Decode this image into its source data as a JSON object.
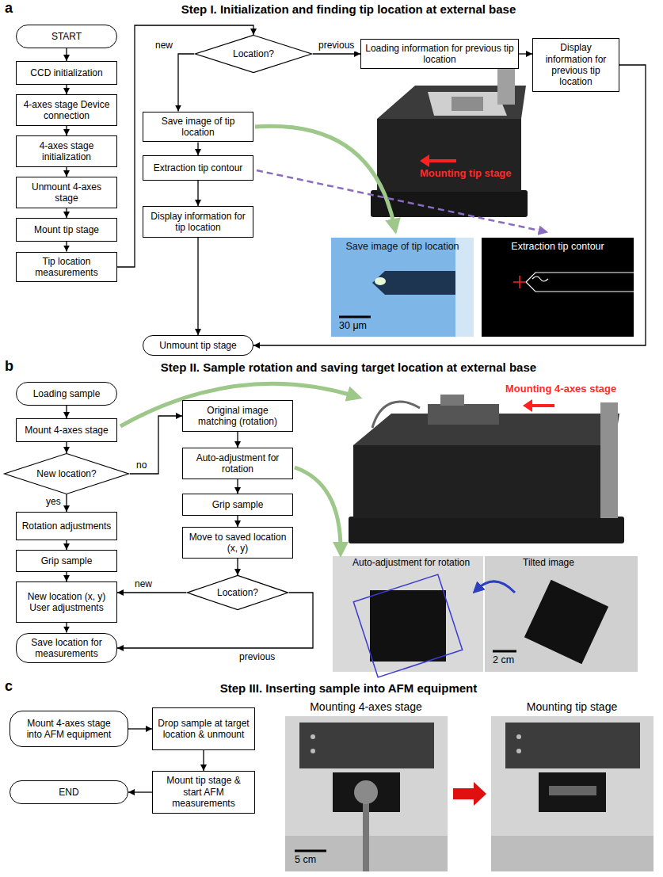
{
  "diagram": {
    "nodes": [
      {
        "text": [
          "START"
        ]
      },
      {
        "text": [
          "CCD initialization"
        ]
      },
      {
        "text": [
          "4-axes stage Device connection"
        ]
      },
      {
        "text": [
          "4-axes stage initialization"
        ]
      },
      {
        "text": [
          "Unmount 4-axes stage"
        ]
      },
      {
        "text": [
          "Mount tip stage"
        ]
      },
      {
        "text": [
          "Tip location measurements"
        ]
      },
      {
        "text": [
          "Location?"
        ]
      },
      {
        "text": [
          "Loading information for previous tip location"
        ]
      },
      {
        "text": [
          "Display information for previous tip location"
        ]
      },
      {
        "text": [
          "Save image of tip location"
        ]
      },
      {
        "text": [
          "Extraction tip contour"
        ]
      },
      {
        "text": [
          "Display information for tip location"
        ]
      },
      {
        "text": [
          "Unmount tip stage"
        ]
      },
      {
        "text": [
          "Loading sample"
        ]
      },
      {
        "text": [
          "Mount 4-axes stage"
        ]
      },
      {
        "text": [
          "New location?"
        ]
      },
      {
        "text": [
          "Rotation adjustments"
        ]
      },
      {
        "text": [
          "Grip sample"
        ]
      },
      {
        "text": [
          "New location (x, y) User adjustments"
        ]
      },
      {
        "text": [
          "Save location for measurements"
        ]
      },
      {
        "text": [
          "Original image matching (rotation)"
        ]
      },
      {
        "text": [
          "Auto-adjustment for rotation"
        ]
      },
      {
        "text": [
          "Grip sample"
        ]
      },
      {
        "text": [
          "Move to saved location (x, y)"
        ]
      },
      {
        "text": [
          "Location?"
        ]
      },
      {
        "text": [
          "Mount 4-axes stage into AFM equipment"
        ]
      },
      {
        "text": [
          "Drop sample at target location & unmount"
        ]
      },
      {
        "text": [
          "Mount tip stage & start AFM measurements"
        ]
      },
      {
        "text": [
          "END"
        ]
      }
    ],
    "edges": [
      {
        "from": 0,
        "to": 1,
        "arrow": "to"
      },
      {
        "from": 1,
        "to": 2,
        "arrow": "to"
      },
      {
        "from": 2,
        "to": 3,
        "arrow": "to"
      },
      {
        "from": 3,
        "to": 4,
        "arrow": "to"
      },
      {
        "from": 4,
        "to": 5,
        "arrow": "to"
      },
      {
        "from": 5,
        "to": 6,
        "arrow": "to"
      },
      {
        "from": 6,
        "to": 7,
        "arrow": "to"
      },
      {
        "from": 7,
        "to": 10,
        "label": "new",
        "arrow": "to"
      },
      {
        "from": 7,
        "to": 8,
        "label": "previous",
        "arrow": "to"
      },
      {
        "from": 8,
        "to": 9,
        "arrow": "to"
      },
      {
        "from": 9,
        "to": 13,
        "arrow": "to"
      },
      {
        "from": 10,
        "to": 11,
        "arrow": "to"
      },
      {
        "from": 11,
        "to": 12,
        "arrow": "to"
      },
      {
        "from": 12,
        "to": 13,
        "arrow": "to"
      },
      {
        "from": 14,
        "to": 15,
        "arrow": "to"
      },
      {
        "from": 15,
        "to": 16,
        "arrow": "to"
      },
      {
        "from": 16,
        "to": 17,
        "label": "yes",
        "arrow": "to"
      },
      {
        "from": 16,
        "to": 21,
        "label": "no",
        "arrow": "to"
      },
      {
        "from": 17,
        "to": 18,
        "arrow": "to"
      },
      {
        "from": 18,
        "to": 19,
        "arrow": "to"
      },
      {
        "from": 19,
        "to": 20,
        "arrow": "to"
      },
      {
        "from": 21,
        "to": 22,
        "arrow": "to"
      },
      {
        "from": 22,
        "to": 23,
        "arrow": "to"
      },
      {
        "from": 23,
        "to": 24,
        "arrow": "to"
      },
      {
        "from": 24,
        "to": 25,
        "arrow": "to"
      },
      {
        "from": 25,
        "to": 19,
        "label": "new",
        "arrow": "to"
      },
      {
        "from": 25,
        "to": 20,
        "label": "previous",
        "arrow": "to"
      },
      {
        "from": 26,
        "to": 27,
        "arrow": "to"
      },
      {
        "from": 27,
        "to": 28,
        "arrow": "to"
      },
      {
        "from": 28,
        "to": 29,
        "arrow": "to"
      }
    ],
    "labels": [
      "a",
      "Step I. Initialization and finding tip location at external base",
      "Mounting tip stage",
      "Save image of tip location",
      "Extraction tip contour",
      "30 μm",
      "b",
      "Step II. Sample rotation and saving target location at external base",
      "Mounting 4-axes stage",
      "Auto-adjustment for rotation",
      "Tilted image",
      "2 cm",
      "c",
      "Step III. Inserting sample into AFM equipment",
      "Mounting 4-axes stage",
      "Mounting tip stage",
      "5 cm"
    ]
  }
}
